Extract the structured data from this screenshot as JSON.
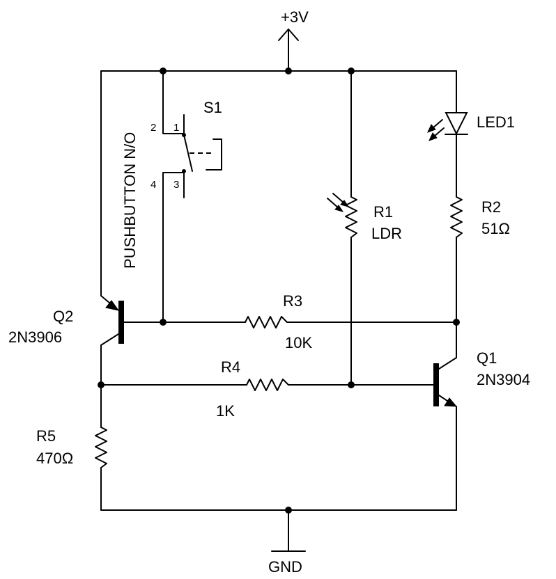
{
  "power": {
    "label": "+3V"
  },
  "ground": {
    "label": "GND"
  },
  "components": {
    "s1": {
      "ref": "S1",
      "type_label": "PUSHBUTTON N/O",
      "pins": [
        "1",
        "2",
        "3",
        "4"
      ]
    },
    "led1": {
      "ref": "LED1"
    },
    "r1": {
      "ref": "R1",
      "value": "LDR"
    },
    "r2": {
      "ref": "R2",
      "value": "51Ω"
    },
    "r3": {
      "ref": "R3",
      "value": "10K"
    },
    "r4": {
      "ref": "R4",
      "value": "1K"
    },
    "r5": {
      "ref": "R5",
      "value": "470Ω"
    },
    "q1": {
      "ref": "Q1",
      "part": "2N3904"
    },
    "q2": {
      "ref": "Q2",
      "part": "2N3906"
    }
  }
}
